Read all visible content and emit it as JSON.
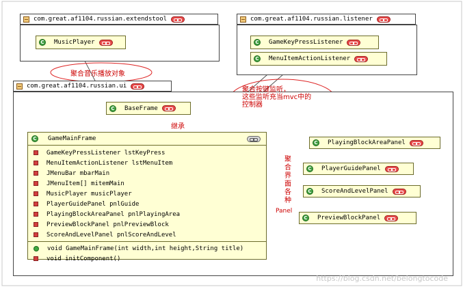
{
  "packages": {
    "extendstool": "com.great.af1104.russian.extendstool",
    "listener": "com.great.af1104.russian.listener",
    "ui": "com.great.af1104.russian.ui"
  },
  "classes": {
    "music_player": "MusicPlayer",
    "game_key_press_listener": "GameKeyPressListener",
    "menu_item_action_listener": "MenuItemActionListener",
    "base_frame": "BaseFrame",
    "playing_block_area_panel": "PlayingBlockAreaPanel",
    "player_guide_panel": "PlayerGuidePanel",
    "score_and_level_panel": "ScoreAndLevelPanel",
    "preview_block_panel": "PreviewBlockPanel"
  },
  "main_class": {
    "name": "GameMainFrame",
    "fields": [
      "GameKeyPressListener lstKeyPress",
      "MenuItemActionListener lstMenuItem",
      "JMenuBar mbarMain",
      "JMenuItem[] mitemMain",
      "MusicPlayer musicPlayer",
      "PlayerGuidePanel pnlGuide",
      "PlayingBlockAreaPanel pnlPlayingArea",
      "PreviewBlockPanel pnlPreviewBlock",
      "ScoreAndLevelPanel pnlScoreAndLevel"
    ],
    "methods": [
      "void GameMainFrame(int width,int height,String title)",
      "void initComponent()"
    ]
  },
  "annotations": {
    "music": "聚合音乐播放对象",
    "listener_line1": "聚合按键监听，",
    "listener_line2": "这些监听充当mvc中的",
    "listener_line3": "控制器",
    "inherit": "继承",
    "panels_vertical": [
      "聚",
      "合",
      "界",
      "面",
      "各",
      "种"
    ],
    "panels_suffix": "Panel"
  },
  "watermark": "https://blog.csdn.net/belongtocode",
  "colors": {
    "class_fill": "#ffffd4",
    "annotation": "#cc0000",
    "field_icon": "#d23f3f",
    "method_icon": "#3fa83f"
  }
}
